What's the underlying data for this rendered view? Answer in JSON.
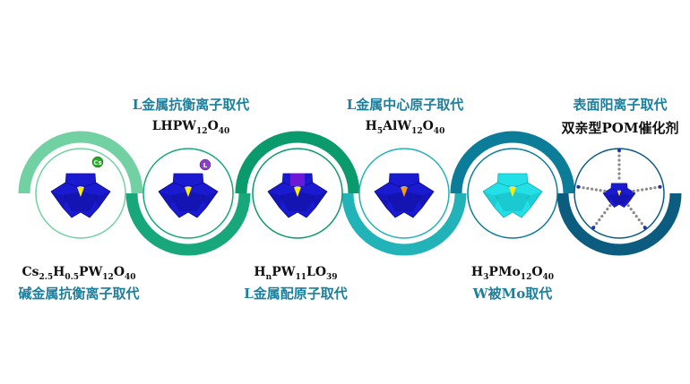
{
  "colors": {
    "arc1": "#72d1a3",
    "arc2": "#17a77b",
    "arc3": "#0a9a6b",
    "arc4": "#21b3b7",
    "arc5": "#0b7d99",
    "arc6": "#0c5c80",
    "label_blue": "#1c7f9c",
    "polyhedron_blue": "#1a1ad0",
    "polyhedron_cyan": "#22e0e6"
  },
  "stages": [
    {
      "title": "碱金属抗衡离子取代",
      "formula": {
        "parts": [
          "Cs",
          "2.5",
          "H",
          "0.5",
          "PW",
          "12",
          "O",
          "40"
        ]
      },
      "atom_label": "Cs",
      "icon": "keggin-cs-icon"
    },
    {
      "title": "L金属抗衡离子取代",
      "formula": {
        "parts": [
          "LHPW",
          "12",
          "O",
          "40"
        ]
      },
      "atom_label": "L",
      "icon": "keggin-l-counterion-icon"
    },
    {
      "title": "L金属配原子取代",
      "formula": {
        "parts": [
          "H",
          "n",
          "PW",
          "11",
          "LO",
          "39"
        ]
      },
      "icon": "keggin-l-addenda-icon"
    },
    {
      "title": "L金属中心原子取代",
      "formula": {
        "parts": [
          "H",
          "5",
          "AlW",
          "12",
          "O",
          "40"
        ]
      },
      "icon": "keggin-al-center-icon"
    },
    {
      "title": "W被Mo取代",
      "formula": {
        "parts": [
          "H",
          "3",
          "PMo",
          "12",
          "O",
          "40"
        ]
      },
      "icon": "keggin-mo-icon"
    },
    {
      "title": "表面阳离子取代",
      "subtitle": "双亲型POM催化剂",
      "icon": "amphiphilic-pom-icon"
    }
  ]
}
